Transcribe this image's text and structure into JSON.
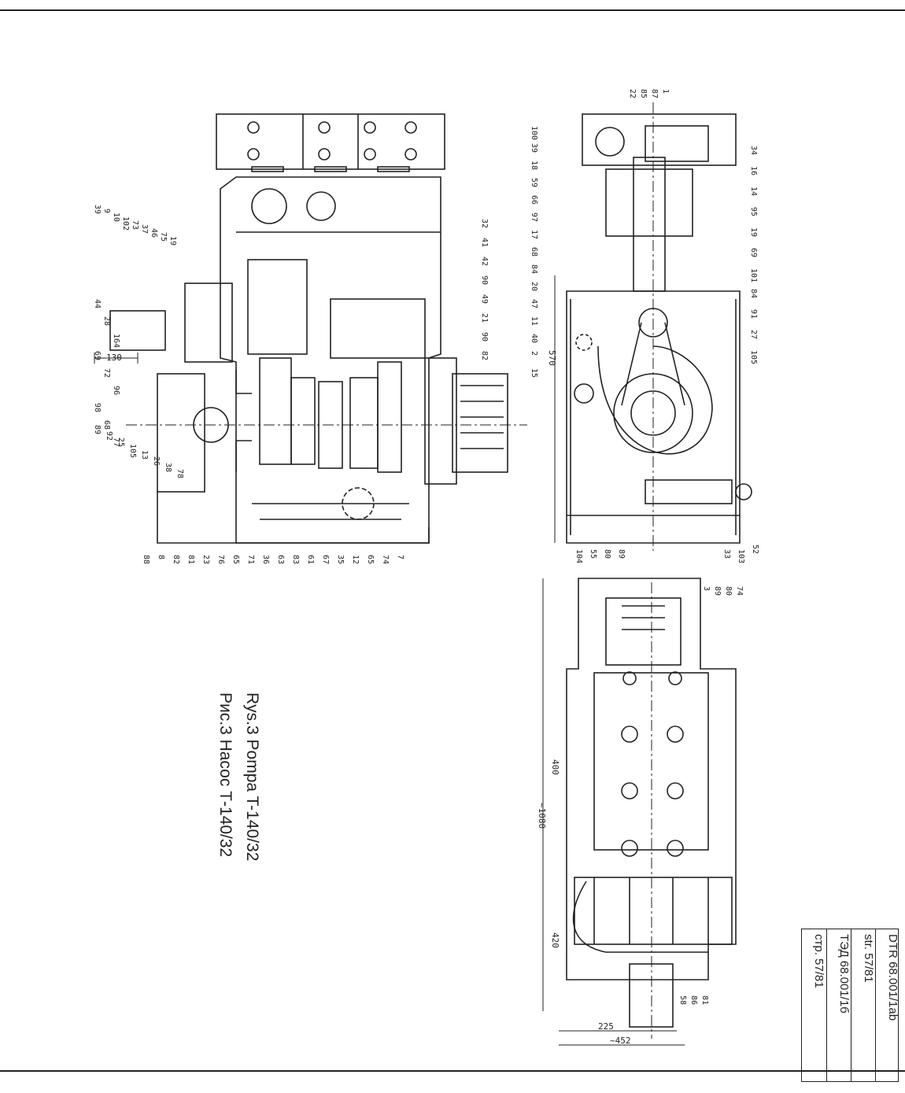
{
  "caption": {
    "line1": "Rys.3 Pompa T-140/32",
    "line2": "Рис.3 Насос Т-140/32"
  },
  "title_block": {
    "row1": "DTR 68.001/1ab",
    "row2": "str. 57/81",
    "row3": "ТЭД 68.001/1б",
    "row4": "стр. 57/81"
  },
  "dimensions": {
    "d130": "130",
    "d570": "570",
    "d400": "400",
    "d1080": "~1080",
    "d420": "420",
    "d225": "225",
    "d452": "~452"
  },
  "callouts_left": [
    "39",
    "9",
    "10",
    "102",
    "73",
    "37",
    "46",
    "75",
    "19",
    "44",
    "28",
    "164",
    "69",
    "72",
    "96",
    "98",
    "68",
    "77",
    "89",
    "92",
    "25",
    "105",
    "13",
    "26",
    "38",
    "78",
    "88",
    "8",
    "82",
    "81",
    "23",
    "76",
    "65",
    "71",
    "36",
    "63",
    "83",
    "61",
    "67",
    "35",
    "12",
    "65",
    "74",
    "7"
  ],
  "callouts_top_left": [
    "32",
    "41",
    "42",
    "90",
    "49",
    "21",
    "90",
    "82"
  ],
  "callouts_right_top": [
    "22",
    "85",
    "87",
    "1",
    "100",
    "39",
    "18",
    "59",
    "66",
    "97",
    "17",
    "68",
    "84",
    "20",
    "47",
    "11",
    "40",
    "2",
    "15",
    "34",
    "16",
    "14",
    "95",
    "19",
    "69",
    "101",
    "84",
    "91",
    "27",
    "105"
  ],
  "callouts_right_bottom": [
    "104",
    "55",
    "80",
    "89",
    "33",
    "103",
    "52"
  ],
  "callouts_side_view": [
    "3",
    "89",
    "80",
    "74",
    "58",
    "86",
    "81"
  ]
}
